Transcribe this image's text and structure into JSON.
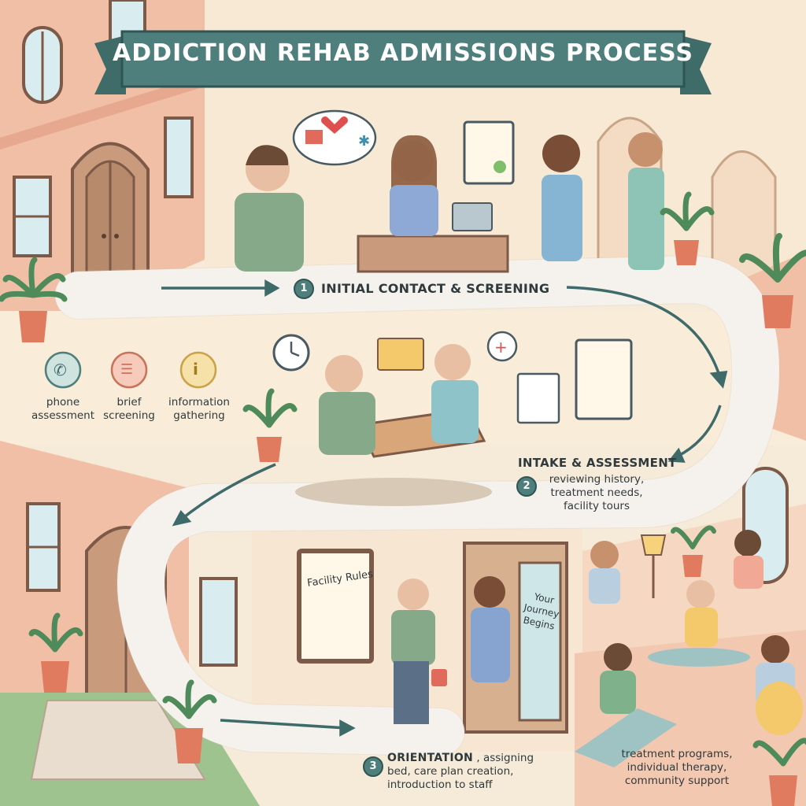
{
  "title": "ADDICTION REHAB ADMISSIONS PROCESS",
  "steps": [
    {
      "number": "1",
      "label": "INITIAL CONTACT & SCREENING"
    },
    {
      "number": "2",
      "label": "INTAKE & ASSESSMENT",
      "details": [
        "reviewing history,",
        "treatment needs,",
        "facility tours"
      ]
    },
    {
      "number": "3",
      "label": "ORIENTATION",
      "details": [
        ", assigning",
        "bed, care plan creation,",
        "introduction to staff"
      ]
    }
  ],
  "screening_icons": [
    {
      "icon": "phone-icon",
      "lines": [
        "phone",
        "assessment"
      ]
    },
    {
      "icon": "checklist-icon",
      "lines": [
        "brief",
        "screening"
      ]
    },
    {
      "icon": "info-icon",
      "lines": [
        "information",
        "gathering"
      ]
    }
  ],
  "signs": {
    "facility_rules": "Facility Rules",
    "door_sign": [
      "Your",
      "Journey",
      "Begins"
    ]
  },
  "outcome": [
    "treatment programs,",
    "individual therapy,",
    "community support"
  ],
  "colors": {
    "banner": "#4f7f7c",
    "path": "#ffffff",
    "arrow": "#3e6b6a",
    "accent_teal": "#4f7f7c",
    "building": "#f1bfa6"
  }
}
